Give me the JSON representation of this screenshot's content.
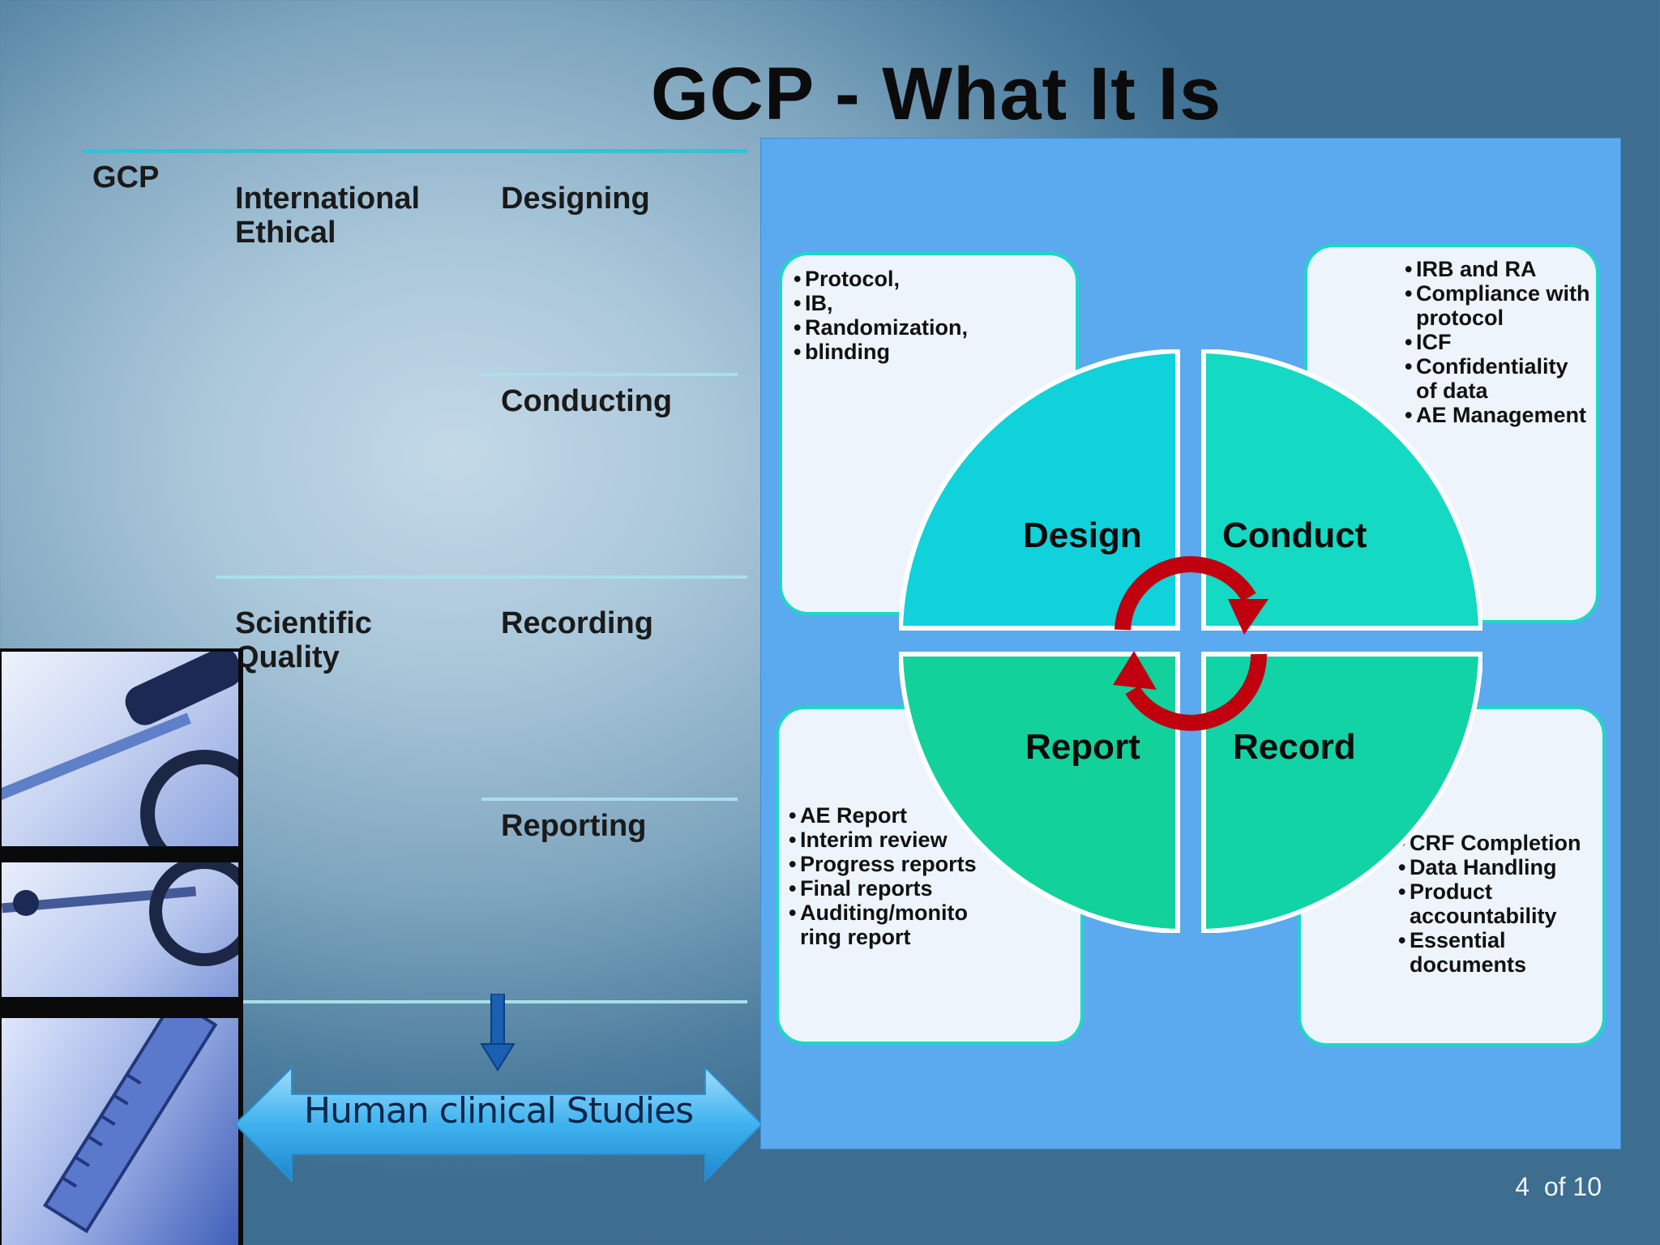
{
  "title": "GCP - What It Is",
  "left_table": {
    "gcp": "GCP",
    "international_ethical": "International Ethical",
    "scientific_quality": "Scientific Quality",
    "designing": "Designing",
    "conducting": "Conducting",
    "recording": "Recording",
    "reporting": "Reporting"
  },
  "banner": {
    "label": "Human clinical Studies"
  },
  "cycle": {
    "quadrants": {
      "design": "Design",
      "conduct": "Conduct",
      "report": "Report",
      "record": "Record"
    },
    "colors": {
      "design": "#0fd2da",
      "conduct": "#14d9c3",
      "report": "#13d19a",
      "record": "#12d3a6",
      "arrows": "#c0000f",
      "box_border": "#1ed7c8"
    }
  },
  "boxes": {
    "design": [
      "Protocol,",
      "IB,",
      "Randomization,",
      "blinding"
    ],
    "conduct": [
      "IRB and RA",
      "Compliance with protocol",
      "ICF",
      "Confidentiality of data",
      "AE Management"
    ],
    "report": [
      "AE Report",
      "Interim review",
      "Progress reports",
      "Final reports",
      "Auditing/monito ring report"
    ],
    "record": [
      "CRF Completion",
      "Data Handling",
      "Product accountability",
      "Essential documents"
    ]
  },
  "page": {
    "current": "4",
    "total": "10",
    "of_label": "of"
  }
}
